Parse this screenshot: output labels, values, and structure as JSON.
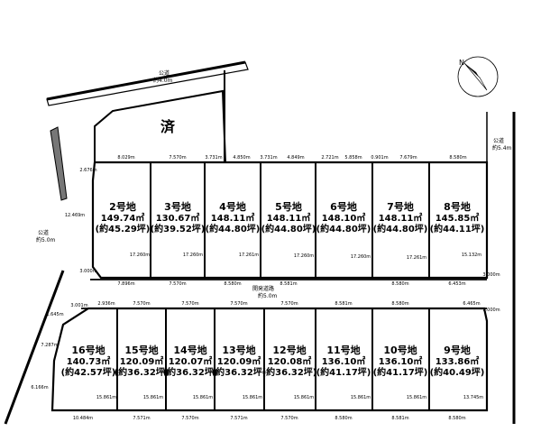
{
  "roads": {
    "top_public": [
      "公道",
      "約4.0m"
    ],
    "right_public": [
      "公道",
      "約5.4m"
    ],
    "left_public": [
      "公道",
      "約5.0m"
    ],
    "development": [
      "開発道路",
      "約5.0m"
    ]
  },
  "sold_mark": "済",
  "north_label": "N",
  "upper_lots": [
    {
      "name": "2号地",
      "area": "149.74㎡",
      "tsubo": "(約45.29坪)"
    },
    {
      "name": "3号地",
      "area": "130.67㎡",
      "tsubo": "(約39.52坪)"
    },
    {
      "name": "4号地",
      "area": "148.11㎡",
      "tsubo": "(約44.80坪)"
    },
    {
      "name": "5号地",
      "area": "148.11㎡",
      "tsubo": "(約44.80坪)"
    },
    {
      "name": "6号地",
      "area": "148.10㎡",
      "tsubo": "(約44.80坪)"
    },
    {
      "name": "7号地",
      "area": "148.11㎡",
      "tsubo": "(約44.80坪)"
    },
    {
      "name": "8号地",
      "area": "145.85㎡",
      "tsubo": "(約44.11坪)"
    }
  ],
  "lower_lots": [
    {
      "name": "16号地",
      "area": "140.73㎡",
      "tsubo": "(約42.57坪)"
    },
    {
      "name": "15号地",
      "area": "120.09㎡",
      "tsubo": "(約36.32坪)"
    },
    {
      "name": "14号地",
      "area": "120.07㎡",
      "tsubo": "(約36.32坪)"
    },
    {
      "name": "13号地",
      "area": "120.09㎡",
      "tsubo": "(約36.32坪)"
    },
    {
      "name": "12号地",
      "area": "120.08㎡",
      "tsubo": "(約36.32坪)"
    },
    {
      "name": "11号地",
      "area": "136.10㎡",
      "tsubo": "(約41.17坪)"
    },
    {
      "name": "10号地",
      "area": "136.10㎡",
      "tsubo": "(約41.17坪)"
    },
    {
      "name": "9号地",
      "area": "133.86㎡",
      "tsubo": "(約40.49坪)"
    }
  ],
  "dimensions": {
    "upper_top": [
      "8.029m",
      "7.570m",
      "3.731m",
      "4.850m",
      "3.731m",
      "4.849m",
      "2.721m",
      "5.858m",
      "0.901m",
      "7.679m",
      "8.580m"
    ],
    "upper_depth": [
      "17.260m",
      "17.260m",
      "17.261m",
      "17.260m",
      "17.260m",
      "17.261m",
      "15.132m"
    ],
    "upper_bottom": [
      "7.896m",
      "7.570m",
      "8.580m",
      "8.581m",
      "8.580m",
      "6.453m"
    ],
    "lower_top": [
      "3.001m",
      "2.936m",
      "7.570m",
      "7.570m",
      "7.570m",
      "7.570m",
      "8.581m",
      "8.580m",
      "6.465m"
    ],
    "lower_depth": [
      "15.861m",
      "15.861m",
      "15.861m",
      "15.861m",
      "15.861m",
      "15.861m",
      "15.861m",
      "13.745m"
    ],
    "lower_bottom": [
      "10.484m",
      "7.571m",
      "7.570m",
      "7.571m",
      "7.570m",
      "8.580m",
      "8.581m",
      "8.580m"
    ],
    "left_side": [
      "2.676m",
      "12.469m",
      "3.000m",
      "1.645m",
      "7.287m",
      "6.166m"
    ],
    "right_side": [
      "3.000m",
      "3.000m"
    ]
  }
}
